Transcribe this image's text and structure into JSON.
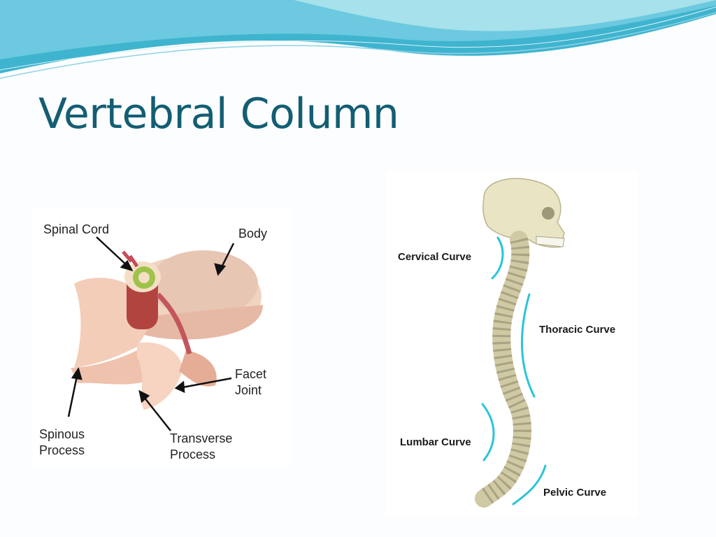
{
  "slide": {
    "title": "Vertebral Column"
  },
  "vertebra_diagram": {
    "labels": {
      "spinal_cord": "Spinal Cord",
      "body": "Body",
      "facet_joint": [
        "Facet",
        "Joint"
      ],
      "spinous_process": [
        "Spinous",
        "Process"
      ],
      "transverse_process": [
        "Transverse",
        "Process"
      ]
    }
  },
  "spine_diagram": {
    "labels": {
      "cervical_curve": "Cervical Curve",
      "thoracic_curve": "Thoracic Curve",
      "lumbar_curve": "Lumbar Curve",
      "pelvic_curve": "Pelvic Curve"
    },
    "curve_color": "#29c4d8"
  },
  "colors": {
    "title": "#135e73",
    "wave_dark": "#3fb4cf",
    "wave_light": "#a6e1ec"
  }
}
